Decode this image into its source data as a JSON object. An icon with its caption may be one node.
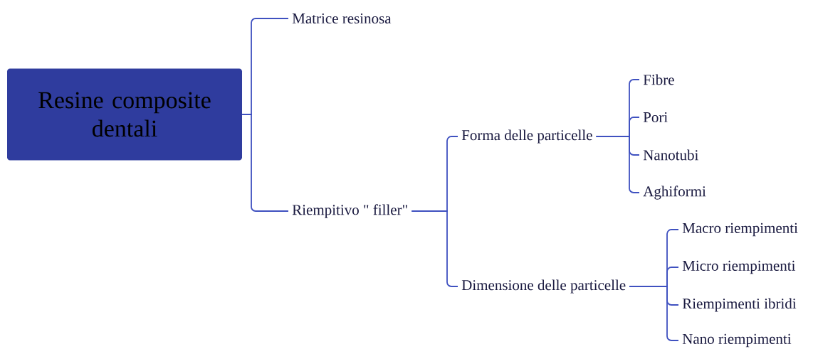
{
  "diagram": {
    "nodes": [
      {
        "text": [
          "Resine composite dentali"
        ]
      },
      {
        "text": [
          "Matrice resinosa"
        ]
      },
      {
        "text": [
          "Riempitivo \" filler\""
        ]
      },
      {
        "text": [
          "Forma delle particelle"
        ]
      },
      {
        "text": [
          "Dimensione delle particelle"
        ]
      },
      {
        "text": [
          "Fibre"
        ]
      },
      {
        "text": [
          "Pori"
        ]
      },
      {
        "text": [
          "Nanotubi"
        ]
      },
      {
        "text": [
          "Aghiformi"
        ]
      },
      {
        "text": [
          "Macro riempimenti"
        ]
      },
      {
        "text": [
          "Micro riempimenti"
        ]
      },
      {
        "text": [
          "Riempimenti ibridi"
        ]
      },
      {
        "text": [
          "Nano riempimenti"
        ]
      }
    ],
    "edges": [
      {
        "from": 0,
        "to": 1,
        "arrow": "none"
      },
      {
        "from": 0,
        "to": 2,
        "arrow": "none"
      },
      {
        "from": 2,
        "to": 3,
        "arrow": "none"
      },
      {
        "from": 2,
        "to": 4,
        "arrow": "none"
      },
      {
        "from": 3,
        "to": 5,
        "arrow": "none"
      },
      {
        "from": 3,
        "to": 6,
        "arrow": "none"
      },
      {
        "from": 3,
        "to": 7,
        "arrow": "none"
      },
      {
        "from": 3,
        "to": 8,
        "arrow": "none"
      },
      {
        "from": 4,
        "to": 9,
        "arrow": "none"
      },
      {
        "from": 4,
        "to": 10,
        "arrow": "none"
      },
      {
        "from": 4,
        "to": 11,
        "arrow": "none"
      },
      {
        "from": 4,
        "to": 12,
        "arrow": "none"
      }
    ]
  }
}
